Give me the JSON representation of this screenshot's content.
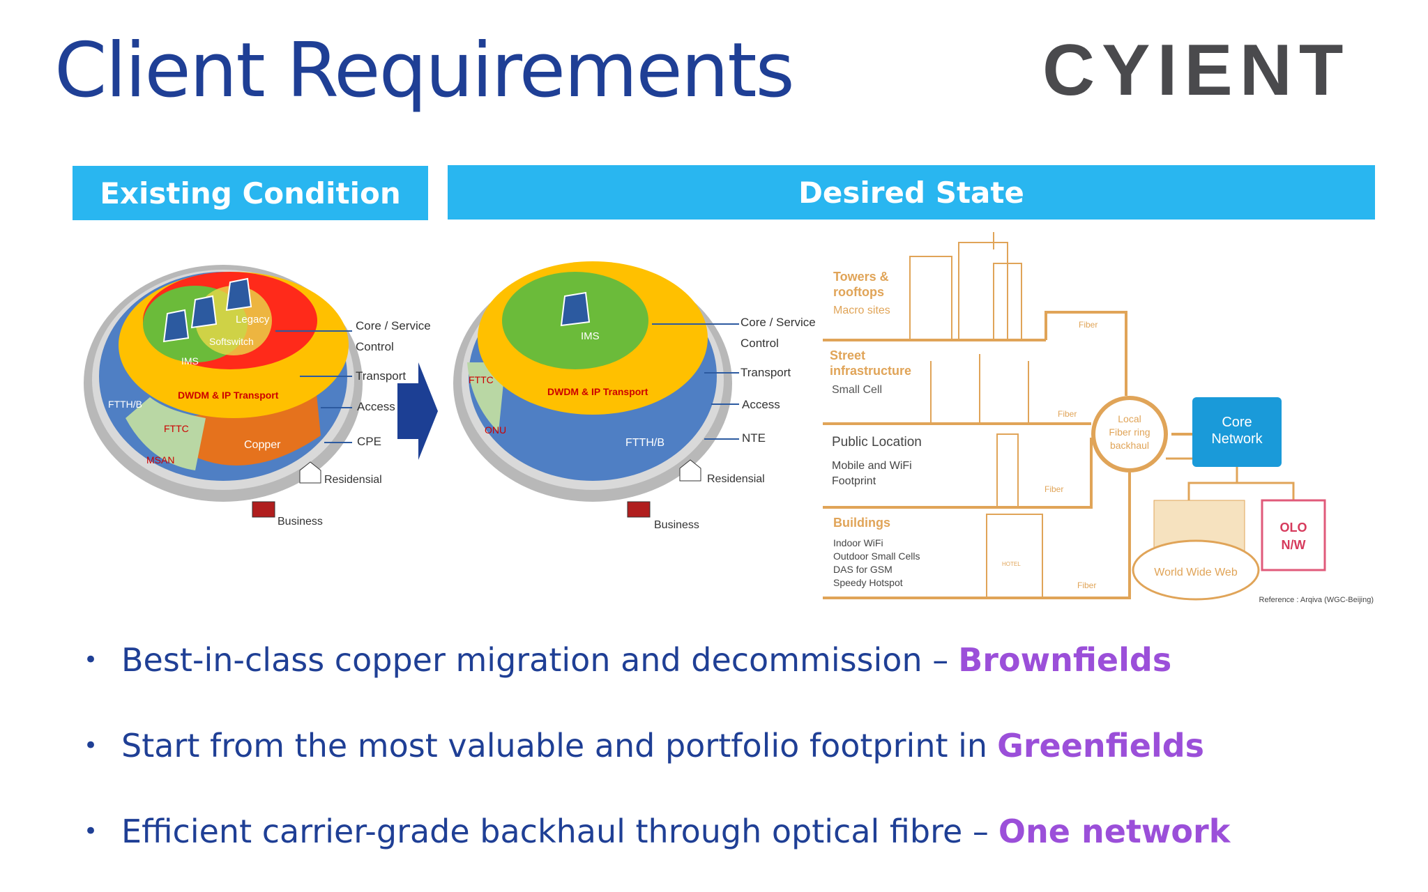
{
  "title": "Client Requirements",
  "logo_text": "CYIENT",
  "headers": {
    "existing": "Existing Condition",
    "desired": "Desired State"
  },
  "existing_diagram": {
    "labels": {
      "legacy": "Legacy",
      "softswitch": "Softswitch",
      "ims": "IMS",
      "dwdm": "DWDM & IP Transport",
      "ftth": "FTTH/B",
      "fttc": "FTTC",
      "msan": "MSAN",
      "copper": "Copper"
    },
    "callouts": [
      "Core / Service",
      "Control",
      "Transport",
      "Access",
      "CPE",
      "Residensial",
      "Business"
    ]
  },
  "desired_diagram": {
    "labels": {
      "ims": "IMS",
      "dwdm": "DWDM & IP Transport",
      "fttc": "FTTC",
      "onu": "ONU",
      "ftth": "FTTH/B"
    },
    "callouts": [
      "Core / Service",
      "Control",
      "Transport",
      "Access",
      "NTE",
      "Residensial",
      "Business"
    ]
  },
  "network_diagram": {
    "rows": [
      {
        "title": "Towers &",
        "title2": "rooftops",
        "sub": "Macro sites"
      },
      {
        "title": "Street",
        "title2": "infrastructure",
        "sub": "Small Cell"
      },
      {
        "title": "Public Location",
        "sub": "Mobile and WiFi",
        "sub2": "Footprint"
      },
      {
        "title": "Buildings",
        "items": [
          "Indoor WiFi",
          "Outdoor Small Cells",
          "DAS for GSM",
          "Speedy Hotspot"
        ]
      }
    ],
    "fiber_label": "Fiber",
    "ring": [
      "Local",
      "Fiber ring",
      "backhaul"
    ],
    "core": [
      "Core",
      "Network"
    ],
    "olo": [
      "OLO",
      "N/W"
    ],
    "www": "World Wide Web",
    "hotel": "HOTEL",
    "reference": "Reference : Arqiva (WGC-Beijing)"
  },
  "bullets": [
    {
      "text": "Best-in-class copper migration and decommission –",
      "highlight": "Brownfields"
    },
    {
      "text": "Start from the most valuable and portfolio footprint in",
      "highlight": "Greenfields"
    },
    {
      "text": "Efficient carrier-grade backhaul through optical fibre –",
      "highlight": "One network"
    }
  ],
  "colors": {
    "title": "#1f3f95",
    "header_bg": "#29b6f0",
    "highlight": "#9b4fd9",
    "orange": "#e0a458"
  }
}
